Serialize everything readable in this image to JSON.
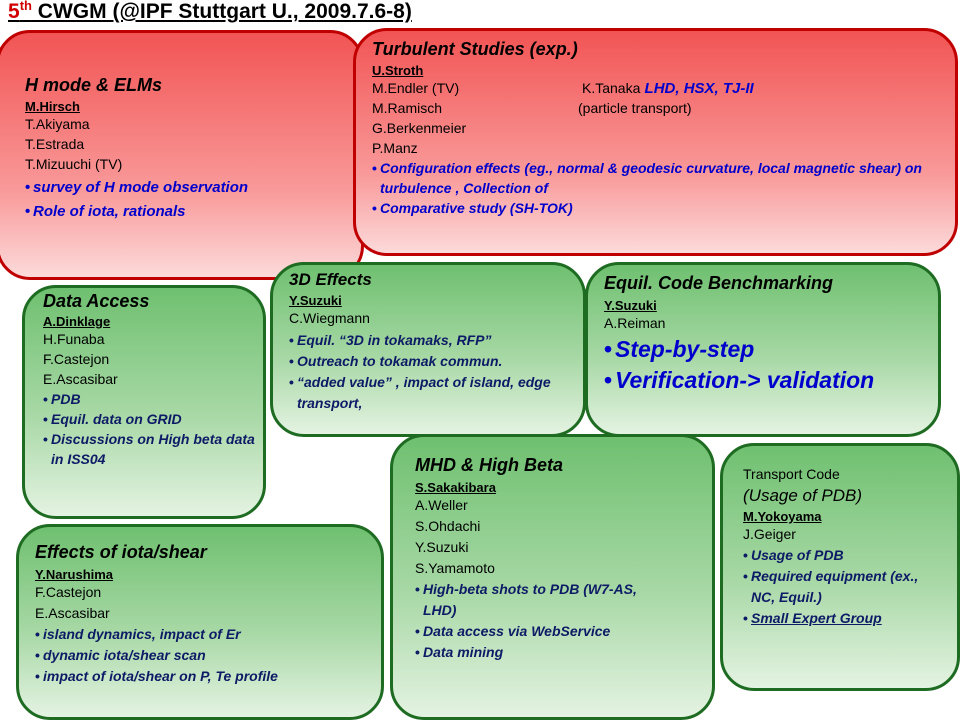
{
  "title": {
    "prefix": "5",
    "sup": "th",
    "text": " CWGM (@IPF Stuttgart U., 2009.7.6-8)"
  },
  "boxes": {
    "hmode": {
      "title": "H mode & ELMs",
      "lead": "M.Hirsch",
      "members": [
        "T.Akiyama",
        "T.Estrada",
        "T.Mizuuchi (TV)"
      ],
      "bullets": [
        "survey of H mode observation",
        "Role of iota, rationals"
      ]
    },
    "turb": {
      "title": "Turbulent Studies (exp.)",
      "lead": "U.Stroth",
      "row1_left": "M.Endler (TV)",
      "row1_right": "K.Tanaka",
      "row1_blue": " LHD, HSX, TJ-II",
      "row2_left": "M.Ramisch",
      "row2_right": "(particle transport)",
      "members": [
        "G.Berkenmeier",
        "P.Manz"
      ],
      "bullets": [
        "Configuration effects (eg., normal & geodesic curvature, local magnetic shear) on turbulence ,   Collection of",
        "Comparative study (SH-TOK)"
      ]
    },
    "data": {
      "title": "Data Access",
      "lead": "A.Dinklage",
      "members": [
        "H.Funaba",
        "F.Castejon",
        "E.Ascasibar"
      ],
      "bullets": [
        "PDB",
        "Equil. data on GRID",
        "Discussions on High beta data in ISS04"
      ]
    },
    "d3": {
      "title": "3D Effects",
      "lead": "Y.Suzuki",
      "members": [
        "C.Wiegmann"
      ],
      "bullets": [
        "Equil.  “3D in tokamaks, RFP”",
        "Outreach to tokamak commun.",
        "“added value” , impact of island, edge transport,"
      ]
    },
    "equil": {
      "title": "Equil. Code Benchmarking",
      "lead": "Y.Suzuki",
      "members": [
        "A.Reiman"
      ],
      "bullets": [
        "Step-by-step",
        "Verification-> validation"
      ]
    },
    "mhd": {
      "title": "MHD & High Beta",
      "lead": "S.Sakakibara",
      "members": [
        "A.Weller",
        "S.Ohdachi",
        "Y.Suzuki",
        "S.Yamamoto"
      ],
      "bullets": [
        "High-beta shots to PDB (W7-AS, LHD)",
        "Data access via WebService",
        "Data mining"
      ]
    },
    "transport": {
      "title_line1": "Transport Code",
      "title_line2": "(Usage of PDB)",
      "lead": "M.Yokoyama",
      "members": [
        "J.Geiger"
      ],
      "bullets": [
        "Usage of PDB",
        "Required equipment (ex., NC, Equil.)",
        "Small Expert Group"
      ]
    },
    "iota": {
      "title": "Effects of iota/shear",
      "lead": "Y.Narushima",
      "members": [
        "F.Castejon",
        "E.Ascasibar"
      ],
      "bullets": [
        "island dynamics, impact of Er",
        "dynamic iota/shear scan",
        "impact of iota/shear on P, Te profile"
      ]
    }
  },
  "colors": {
    "red_box": "#f25454",
    "green_box": "#6fc070",
    "green_border": "#1e6b22",
    "red_border": "#c00000",
    "title_accent": "#d00000",
    "bullet_blue": "#0000cc"
  }
}
